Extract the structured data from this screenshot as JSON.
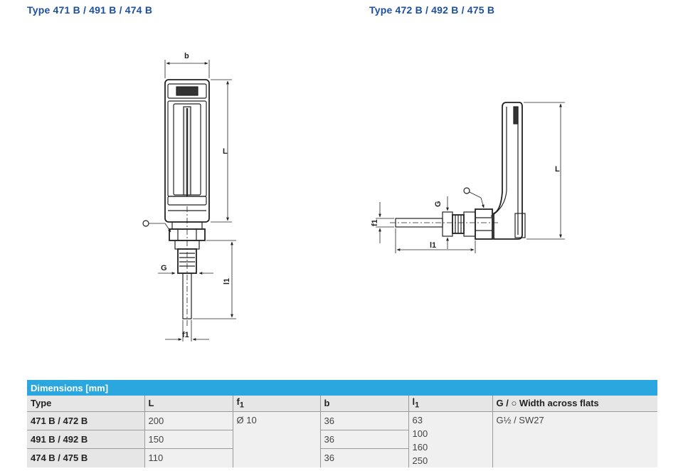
{
  "titles": {
    "left": "Type 471 B / 491 B / 474 B",
    "right": "Type 472 B / 492 B / 475 B"
  },
  "drawing_labels": {
    "b": "b",
    "L_left": "L",
    "L_right": "L",
    "G_left": "G",
    "G_right": "G",
    "l1_left": "l1",
    "l1_right": "l1",
    "f1_left": "f1",
    "f1_right": "f1"
  },
  "table": {
    "banner": "Dimensions [mm]",
    "headers": {
      "type": "Type",
      "L": "L",
      "f1": "f",
      "f1_sub": "1",
      "b": "b",
      "l1": "l",
      "l1_sub": "1",
      "g": "G / ○ Width across flats"
    },
    "rows": [
      {
        "type": "471 B / 472 B",
        "L": "200",
        "b": "36"
      },
      {
        "type": "491 B / 492 B",
        "L": "150",
        "b": "36"
      },
      {
        "type": "474 B / 475 B",
        "L": "110",
        "b": "36"
      }
    ],
    "f1_value": "Ø 10",
    "l1_values": [
      "63",
      "100",
      "160",
      "250"
    ],
    "g_value": "G½ / SW27"
  },
  "colors": {
    "title": "#1d4f9f",
    "banner": "#2aa7df",
    "header_bg": "#e6e6e6",
    "cell_bg": "#f0f0f0"
  }
}
